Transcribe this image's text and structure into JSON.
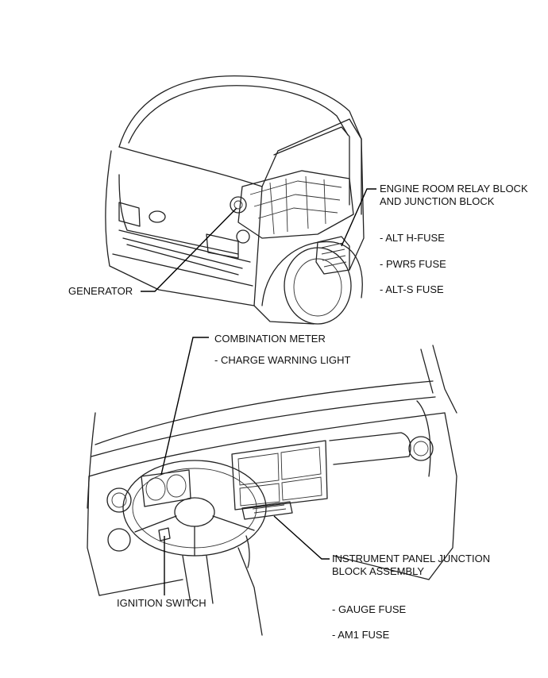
{
  "labels": {
    "engine_room_relay_block": "ENGINE ROOM RELAY BLOCK\nAND JUNCTION BLOCK",
    "alt_h_fuse": "- ALT H-FUSE",
    "pwr5_fuse": "- PWR5 FUSE",
    "alt_s_fuse": "- ALT-S FUSE",
    "generator": "GENERATOR",
    "combination_meter": "COMBINATION METER",
    "charge_warning_light": "- CHARGE WARNING LIGHT",
    "instrument_panel_junction_block": "INSTRUMENT PANEL JUNCTION\nBLOCK ASSEMBLY",
    "ignition_switch": "IGNITION SWITCH",
    "gauge_fuse": "- GAUGE FUSE",
    "am1_fuse": "- AM1 FUSE"
  }
}
